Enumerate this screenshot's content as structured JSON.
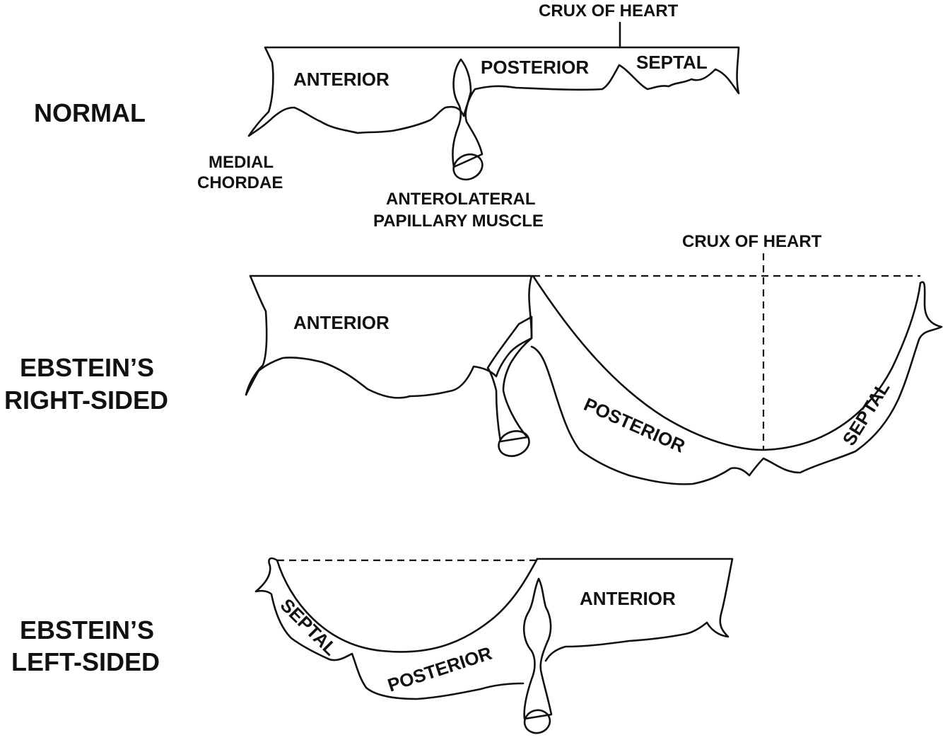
{
  "panels": {
    "normal": {
      "title": "NORMAL",
      "crux": "CRUX OF HEART",
      "anterior": "ANTERIOR",
      "posterior": "POSTERIOR",
      "septal": "SEPTAL",
      "medial_chordae": [
        "MEDIAL",
        "CHORDAE"
      ],
      "papillary": [
        "ANTEROLATERAL",
        "PAPILLARY MUSCLE"
      ]
    },
    "right": {
      "title": [
        "EBSTEIN’S",
        "RIGHT-SIDED"
      ],
      "crux": "CRUX OF HEART",
      "anterior": "ANTERIOR",
      "posterior": "POSTERIOR",
      "septal": "SEPTAL"
    },
    "left": {
      "title": [
        "EBSTEIN’S",
        "LEFT-SIDED"
      ],
      "anterior": "ANTERIOR",
      "posterior": "POSTERIOR",
      "septal": "SEPTAL"
    }
  },
  "colors": {
    "ink": "#111111",
    "background": "#ffffff"
  }
}
